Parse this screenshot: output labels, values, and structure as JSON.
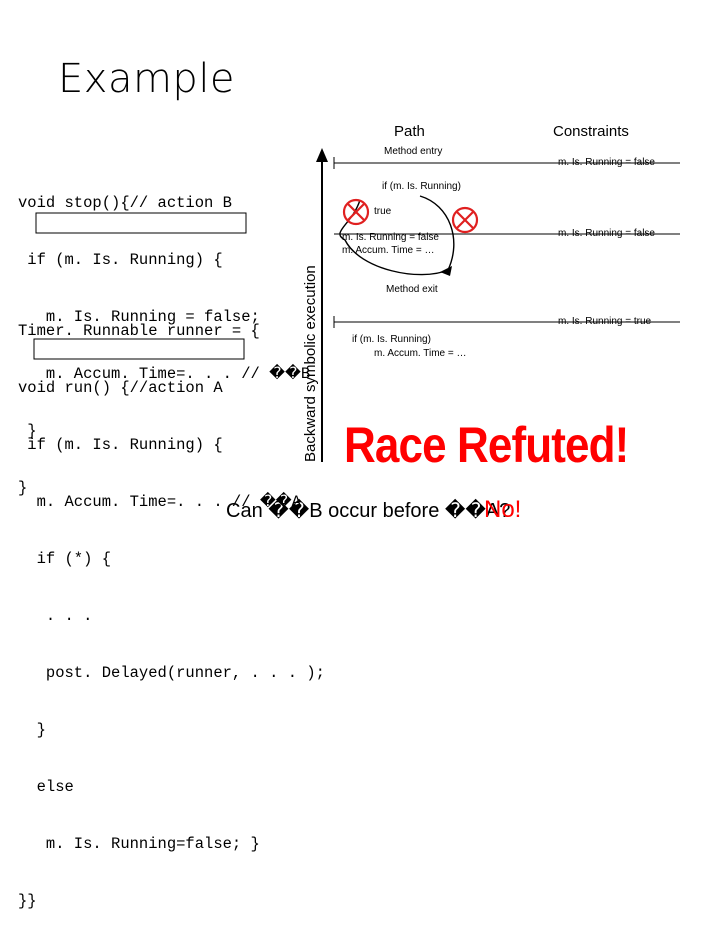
{
  "title": "Example",
  "code_block_1": {
    "lines": [
      "void stop(){// action B",
      " if (m. Is. Running) {",
      "   m. Is. Running = false;",
      "   m. Accum. Time=. . . // ��B",
      " }",
      "}"
    ]
  },
  "code_block_2": {
    "lines": [
      "Timer. Runnable runner = {",
      "void run() {//action A",
      " if (m. Is. Running) {",
      "  m. Accum. Time=. . . // ��A",
      "  if (*) {",
      "   . . .",
      "   post. Delayed(runner, . . . );",
      "  }",
      "  else",
      "   m. Is. Running=false; }",
      "}}"
    ]
  },
  "axis_label": "Backward symbolic execution",
  "headers": {
    "path": "Path",
    "constraints": "Constraints"
  },
  "path_labels": {
    "method_entry": "Method entry",
    "if_running": "if (m. Is. Running)",
    "true_label": "true",
    "stmt1": "m. Is. Running = false",
    "stmt2": "m. Accum. Time = …",
    "method_exit": "Method exit",
    "if_running_2": "if (m. Is. Running)",
    "stmt3": "m. Accum. Time = …"
  },
  "constraints": [
    "m. Is. Running = false",
    "m. Is. Running = false",
    "m. Is. Running = true"
  ],
  "verdict": "Race Refuted!",
  "question": {
    "part1": "Can ��B occur before ��A?",
    "answer": "No!"
  },
  "colors": {
    "accent": "#ff0000",
    "refute_icon": "#e02020",
    "line": "#000000"
  }
}
